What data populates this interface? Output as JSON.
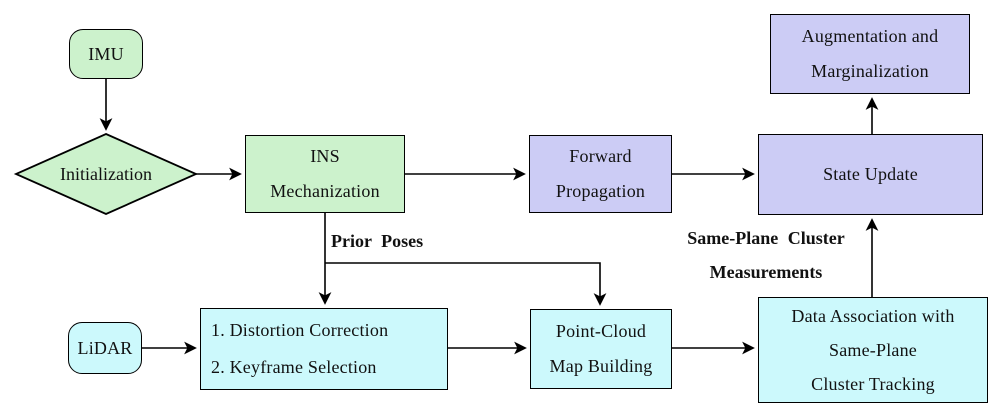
{
  "palette": {
    "green": "#ccf2cc",
    "purple": "#ccccf5",
    "cyan": "#ccf9fc",
    "border": "#000000",
    "arrow": "#000000"
  },
  "nodes": {
    "imu": {
      "label": "IMU"
    },
    "initialization": {
      "label": "Initialization"
    },
    "ins": {
      "lines": [
        "INS",
        "Mechanization"
      ]
    },
    "forward": {
      "lines": [
        "Forward",
        "Propagation"
      ]
    },
    "state_update": {
      "label": "State Update"
    },
    "augmentation": {
      "lines": [
        "Augmentation and",
        "Marginalization"
      ]
    },
    "lidar": {
      "label": "LiDAR"
    },
    "preprocess": {
      "lines": [
        "1. Distortion Correction",
        "2. Keyframe Selection"
      ]
    },
    "map": {
      "lines": [
        "Point-Cloud",
        "Map Building"
      ]
    },
    "association": {
      "lines": [
        "Data Association with",
        "Same-Plane",
        "Cluster Tracking"
      ]
    }
  },
  "edge_labels": {
    "prior_poses": "Prior Poses",
    "same_plane_line1": "Same-Plane Cluster",
    "same_plane_line2": "Measurements"
  }
}
